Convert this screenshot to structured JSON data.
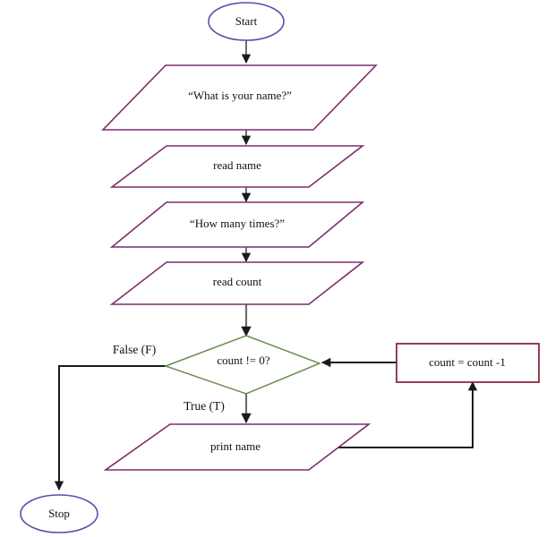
{
  "diagram": {
    "title": "Flowchart: print name count times",
    "background": "#ffffff",
    "colors": {
      "terminator_stroke": "#5b4fa8",
      "io_stroke": "#7b2d6b",
      "decision_stroke": "#6b8e4e",
      "process_stroke": "#8b2a3a",
      "connector_stroke": "#1a1a1a",
      "connector_stroke_light": "#6e6e6e",
      "text": "#111111"
    }
  },
  "nodes": {
    "start": {
      "label": "Start",
      "shape": "terminator"
    },
    "prompt_name": {
      "label": "“What is your name?”",
      "shape": "input-output"
    },
    "read_name": {
      "label": "read name",
      "shape": "input-output"
    },
    "prompt_times": {
      "label": "“How many times?”",
      "shape": "input-output"
    },
    "read_count": {
      "label": "read count",
      "shape": "input-output"
    },
    "decision": {
      "label": "count != 0?",
      "shape": "decision"
    },
    "decrement": {
      "label": "count = count -1",
      "shape": "process"
    },
    "print_name": {
      "label": "print name",
      "shape": "input-output"
    },
    "stop": {
      "label": "Stop",
      "shape": "terminator"
    }
  },
  "edge_labels": {
    "false_branch": "False (F)",
    "true_branch": "True (T)"
  }
}
